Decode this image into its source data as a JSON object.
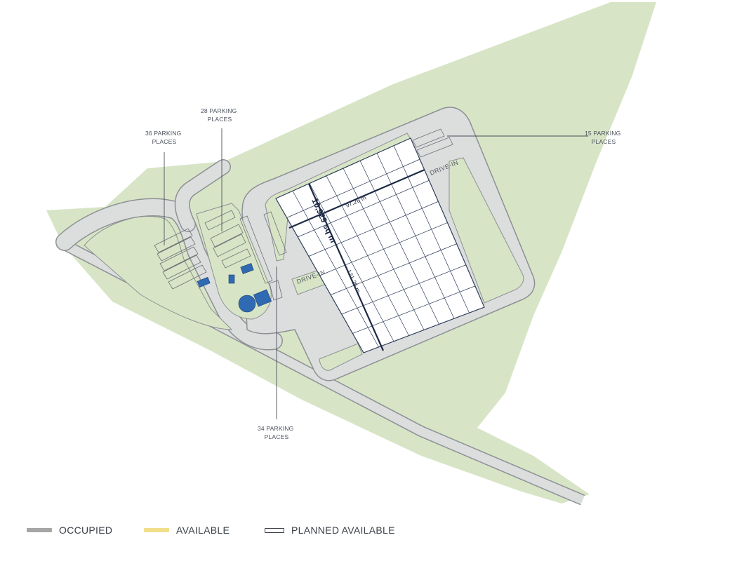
{
  "callouts": {
    "p36": [
      "36 PARKING",
      "PLACES"
    ],
    "p28": [
      "28 PARKING",
      "PLACES"
    ],
    "p15": [
      "15 PARKING",
      "PLACES"
    ],
    "p34": [
      "34 PARKING",
      "PLACES"
    ]
  },
  "building": {
    "area": "10,929 sq m",
    "width": "97.26 m",
    "depth": "121.26 m"
  },
  "drive_in_labels": [
    "DRIVE-IN",
    "DRIVE-IN"
  ],
  "legend": [
    {
      "label": "OCCUPIED",
      "color": "#a6a6a6"
    },
    {
      "label": "AVAILABLE",
      "color": "#f2df8a"
    },
    {
      "label": "PLANNED AVAILABLE",
      "color": "#ffffff",
      "outline": "#3a3f48"
    }
  ],
  "colors": {
    "green": "#d7e5c6",
    "road": "#dcdddd",
    "road_edge": "#8d9095",
    "building_line": "#2d3d5a",
    "blue": "#2f6ab2"
  }
}
